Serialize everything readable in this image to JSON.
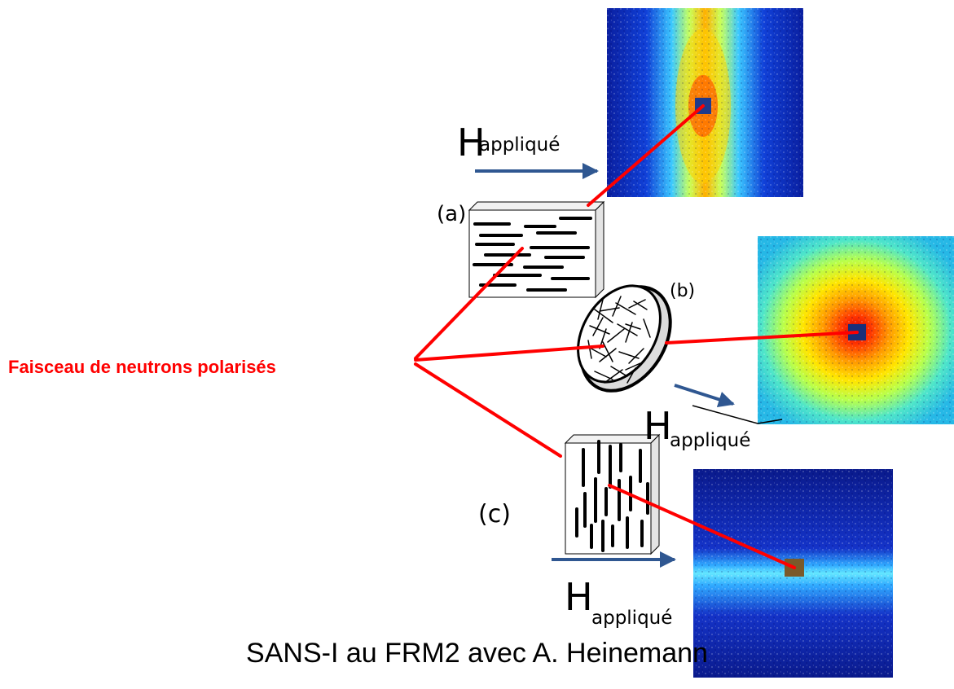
{
  "beam_label": "Faisceau de neutrons polarisés",
  "field": {
    "main": "H",
    "subscript": "appliqué"
  },
  "samples": {
    "a": {
      "label": "(a)"
    },
    "b": {
      "label": "(b)"
    },
    "c": {
      "label": "(c)"
    }
  },
  "caption": "SANS-I au FRM2 avec A. Heinemann",
  "colors": {
    "beam": "#ff0000",
    "field_arrow": "#2f5791",
    "text": "#000000",
    "beam_label": "#ff0000"
  }
}
